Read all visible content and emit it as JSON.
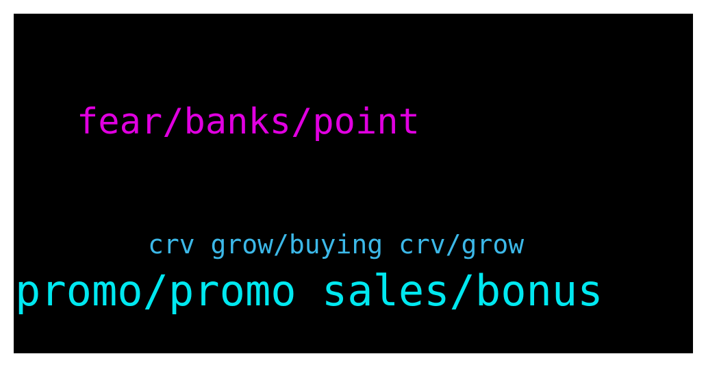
{
  "wordcloud": {
    "background_color": "#000000",
    "words": [
      {
        "text": "fear/banks/point",
        "color": "#e000e0"
      },
      {
        "text": "crv grow/buying crv/grow",
        "color": "#3cb8e8"
      },
      {
        "text": "promo/promo sales/bonus",
        "color": "#00e8f0"
      }
    ]
  }
}
